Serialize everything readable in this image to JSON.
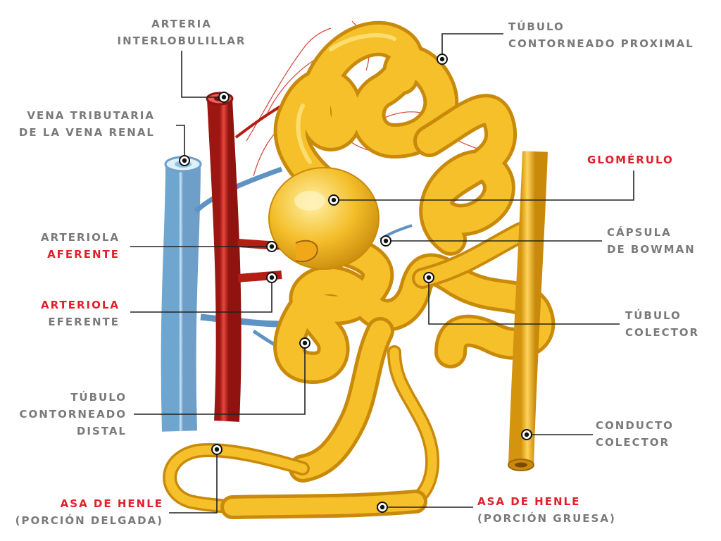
{
  "colors": {
    "label_gray": "#7a7a7a",
    "label_red": "#e0202a",
    "tubule": "#f4b81c",
    "artery": "#c8211c",
    "vein": "#8fc3e6",
    "leader": "#222222"
  },
  "labels": {
    "arteria_interlobulillar": {
      "line1": "ARTERIA",
      "line2": "INTERLOBULILLAR"
    },
    "tubulo_proximal": {
      "line1": "TÚBULO",
      "line2": "CONTORNEADO PROXIMAL"
    },
    "vena_tributaria": {
      "line1": "VENA TRIBUTARIA",
      "line2": "DE LA VENA RENAL"
    },
    "glomerulo": {
      "line1": "GLOMÉRULO"
    },
    "arteriola_aferente": {
      "line1": "ARTERIOLA",
      "line2": "AFERENTE"
    },
    "capsula_bowman": {
      "line1": "CÁPSULA",
      "line2": "DE BOWMAN"
    },
    "arteriola_eferente": {
      "line1": "ARTERIOLA",
      "line2": "EFERENTE"
    },
    "tubulo_colector": {
      "line1": "TÚBULO",
      "line2": "COLECTOR"
    },
    "tubulo_distal": {
      "line1": "TÚBULO",
      "line2": "CONTORNEADO",
      "line3": "DISTAL"
    },
    "conducto_colector": {
      "line1": "CONDUCTO",
      "line2": "COLECTOR"
    },
    "asa_henle_delgada": {
      "line1": "ASA DE HENLE",
      "line2": "(PORCIÓN DELGADA)"
    },
    "asa_henle_gruesa": {
      "line1": "ASA DE HENLE",
      "line2": "(PORCIÓN GRUESA)"
    }
  }
}
